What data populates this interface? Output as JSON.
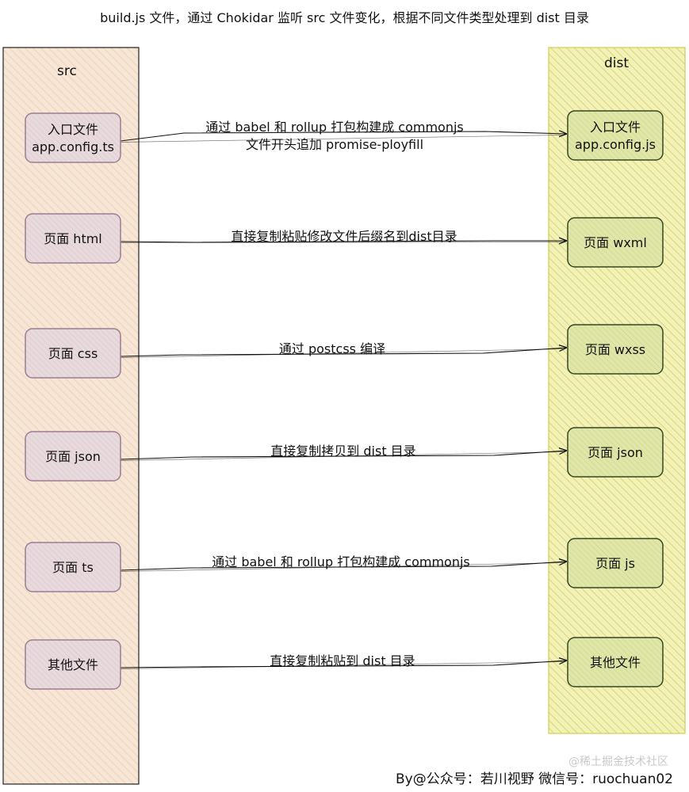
{
  "title": "build.js 文件，通过 Chokidar 监听 src 文件变化，根据不同文件类型处理到 dist 目录",
  "src": {
    "label": "src",
    "nodes": [
      [
        "入口文件",
        "app.config.ts"
      ],
      [
        "页面 html"
      ],
      [
        "页面 css"
      ],
      [
        "页面 json"
      ],
      [
        "页面 ts"
      ],
      [
        "其他文件"
      ]
    ]
  },
  "dist": {
    "label": "dist",
    "nodes": [
      [
        "入口文件",
        "app.config.js"
      ],
      [
        "页面 wxml"
      ],
      [
        "页面 wxss"
      ],
      [
        "页面 json"
      ],
      [
        "页面 js"
      ],
      [
        "其他文件"
      ]
    ]
  },
  "edges": [
    [
      "通过 babel 和 rollup 打包构建成 commonjs",
      "文件开头追加 promise-ployfill"
    ],
    [
      "直接复制粘贴修改文件后缀名到dist目录"
    ],
    [
      "通过 postcss 编译"
    ],
    [
      "直接复制拷贝到 dist 目录"
    ],
    [
      "通过 babel 和 rollup 打包构建成 commonjs"
    ],
    [
      "直接复制粘贴到 dist 目录"
    ]
  ],
  "watermark": "@稀土掘金技术社区",
  "footer": "By@公众号：若川视野 微信号：ruochuan02",
  "colors": {
    "src_fill": "#f7e6d6",
    "src_hatch": "#e8cdb4",
    "dist_fill": "#f2f2b8",
    "dist_hatch": "#d3d36a",
    "dist_border": "#cfcf4f",
    "src_node_fill": "#e8d9dd",
    "src_node_border": "#9c7d92",
    "dist_node_fill": "#dfe6a8",
    "dist_node_border": "#374623"
  }
}
